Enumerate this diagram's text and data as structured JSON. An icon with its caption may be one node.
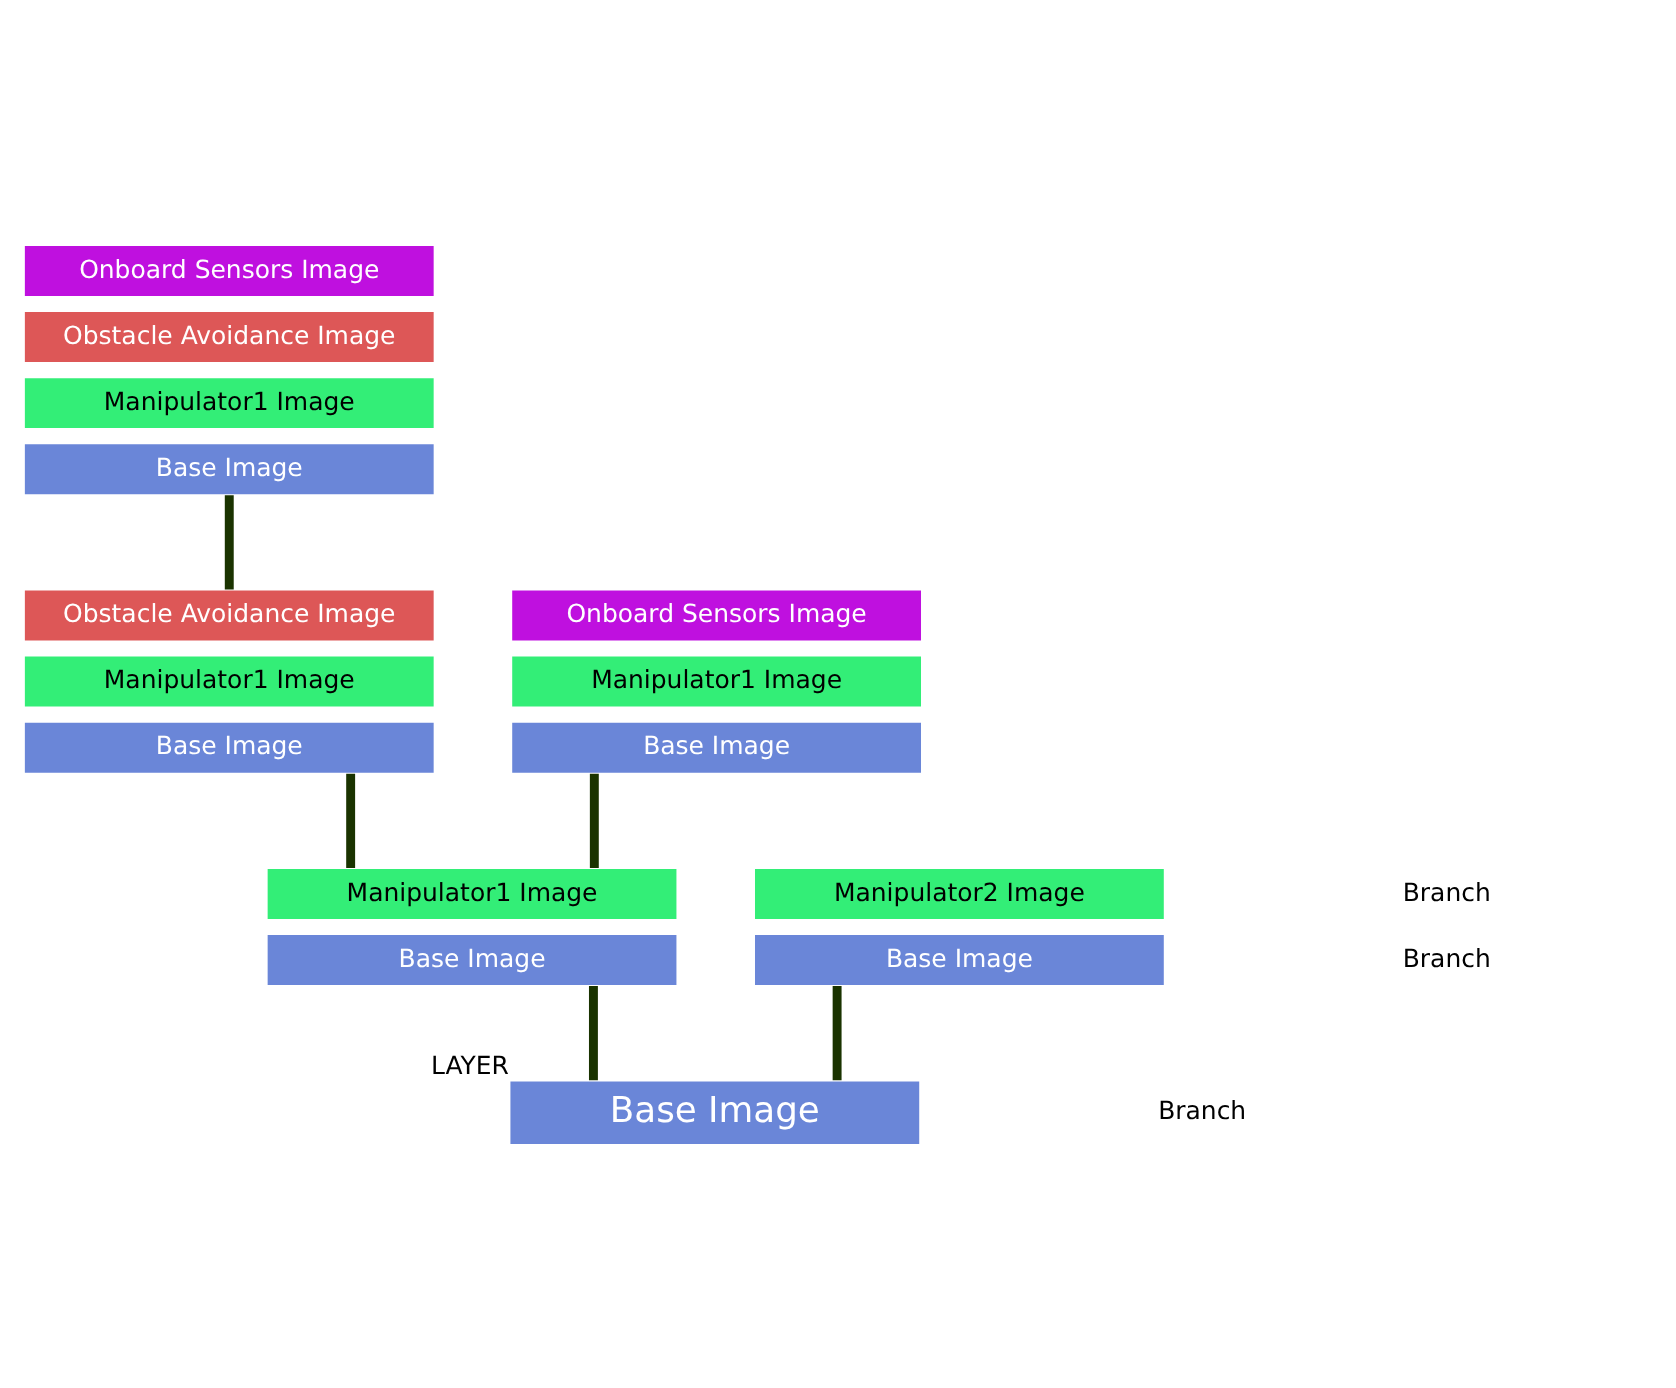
{
  "diagram": {
    "nodes": [
      {
        "text": [
          "Onboard Sensors Image"
        ]
      },
      {
        "text": [
          "Obstacle Avoidance Image"
        ]
      },
      {
        "text": [
          "Manipulator1 Image"
        ]
      },
      {
        "text": [
          "Base Image"
        ]
      },
      {
        "text": [
          "Onboard Sensors Image"
        ]
      },
      {
        "text": [
          "Manipulator1 Image"
        ]
      },
      {
        "text": [
          "Base Image"
        ]
      },
      {
        "text": [
          "Obstacle Avoidance Image"
        ]
      },
      {
        "text": [
          "Manipulator1 Image"
        ]
      },
      {
        "text": [
          "Base Image"
        ]
      },
      {
        "text": [
          "Manipulator1 Image"
        ]
      },
      {
        "text": [
          "Base Image"
        ]
      },
      {
        "text": [
          "Manipulator2 Image"
        ]
      },
      {
        "text": [
          "Base Image"
        ]
      },
      {
        "text": [
          "Base Image"
        ],
        "beside": [
          "LAYER"
        ]
      }
    ],
    "edges": [
      {
        "from": 3,
        "to": 7,
        "arrow": "none"
      },
      {
        "from": 9,
        "to": 10,
        "arrow": "none"
      },
      {
        "from": 6,
        "to": 10,
        "arrow": "none"
      },
      {
        "from": 11,
        "to": 14,
        "arrow": "none"
      },
      {
        "from": 13,
        "to": 14,
        "arrow": "none"
      }
    ],
    "labels": [
      "Branch",
      "Branch",
      "Branch"
    ]
  }
}
